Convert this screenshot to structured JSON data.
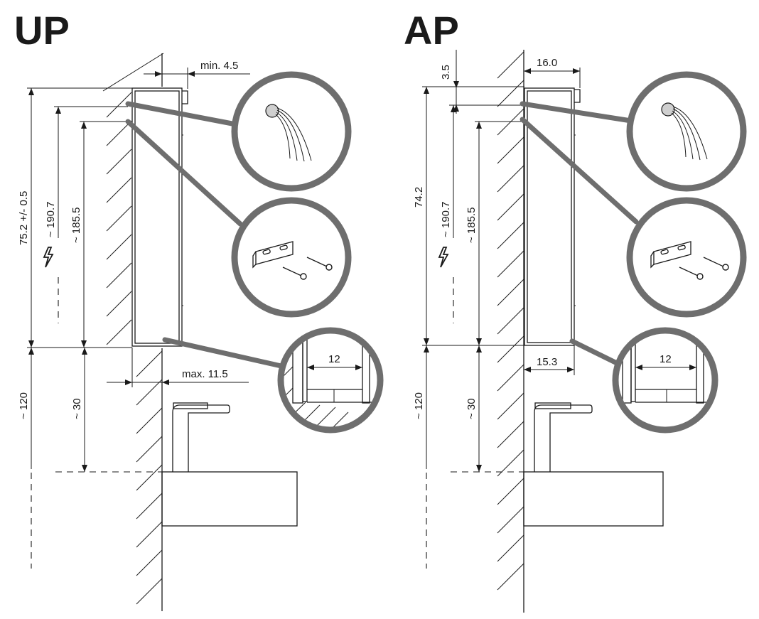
{
  "up": {
    "title": "UP",
    "dim_depth": "min. 4.5",
    "dim_height": "75.2 +/- 0.5",
    "dim_wire": "~ 190.7",
    "dim_mount": "~ 185.5",
    "dim_above_floor": "~ 120",
    "dim_above_basin": "~ 30",
    "dim_recess": "max. 11.5",
    "detail_gap": "12"
  },
  "ap": {
    "title": "AP",
    "dim_top": "3.5",
    "dim_depth": "16.0",
    "dim_height": "74.2",
    "dim_wire": "~ 190.7",
    "dim_mount": "~ 185.5",
    "dim_above_floor": "~ 120",
    "dim_above_basin": "~ 30",
    "dim_bottom": "15.3",
    "detail_gap": "12"
  },
  "icons": [
    "lightning-icon",
    "wire-cable-icon",
    "mounting-bracket-icon",
    "screw-icon",
    "faucet-icon",
    "washbasin-icon"
  ],
  "colors": {
    "callout": "#6e6e6e",
    "line": "#1a1a1a"
  }
}
